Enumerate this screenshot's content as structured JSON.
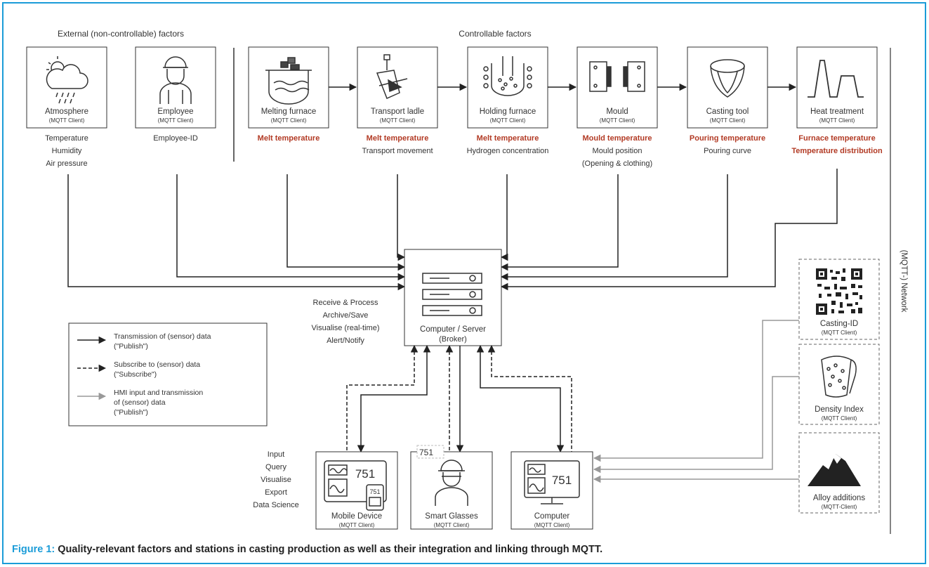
{
  "headers": {
    "external": "External (non-controllable) factors",
    "controllable": "Controllable factors"
  },
  "network_label": "(MQTT-) Network",
  "stations": [
    {
      "id": "atmosphere",
      "name": "Atmosphere",
      "client": "(MQTT Client)",
      "icon": "cloud-rain-sun-icon",
      "params": [
        {
          "text": "Temperature",
          "red": false
        },
        {
          "text": "Humidity",
          "red": false
        },
        {
          "text": "Air pressure",
          "red": false
        }
      ]
    },
    {
      "id": "employee",
      "name": "Employee",
      "client": "(MQTT Client)",
      "icon": "worker-icon",
      "params": [
        {
          "text": "Employee-ID",
          "red": false
        }
      ]
    },
    {
      "id": "melting-furnace",
      "name": "Melting furnace",
      "client": "(MQTT Client)",
      "icon": "melting-furnace-icon",
      "params": [
        {
          "text": "Melt temperature",
          "red": true
        }
      ]
    },
    {
      "id": "transport-ladle",
      "name": "Transport ladle",
      "client": "(MQTT Client)",
      "icon": "ladle-icon",
      "params": [
        {
          "text": "Melt temperature",
          "red": true
        },
        {
          "text": "Transport movement",
          "red": false
        }
      ]
    },
    {
      "id": "holding-furnace",
      "name": "Holding furnace",
      "client": "(MQTT Client)",
      "icon": "holding-furnace-icon",
      "params": [
        {
          "text": "Melt temperature",
          "red": true
        },
        {
          "text": "Hydrogen concentration",
          "red": false
        }
      ]
    },
    {
      "id": "mould",
      "name": "Mould",
      "client": "(MQTT Client)",
      "icon": "mould-icon",
      "params": [
        {
          "text": "Mould temperature",
          "red": true
        },
        {
          "text": "Mould position",
          "red": false
        },
        {
          "text": "(Opening & clothing)",
          "red": false
        }
      ]
    },
    {
      "id": "casting-tool",
      "name": "Casting tool",
      "client": "(MQTT Client)",
      "icon": "casting-tool-icon",
      "params": [
        {
          "text": "Pouring temperature",
          "red": true
        },
        {
          "text": "Pouring curve",
          "red": false
        }
      ]
    },
    {
      "id": "heat-treatment",
      "name": "Heat treatment",
      "client": "(MQTT Client)",
      "icon": "heat-curve-icon",
      "params": [
        {
          "text": "Furnace temperature",
          "red": true
        },
        {
          "text": "Temperature distribution",
          "red": true
        }
      ]
    }
  ],
  "server": {
    "name": "Computer / Server",
    "sub": "(Broker)",
    "functions": [
      "Receive & Process",
      "Archive/Save",
      "Visualise (real-time)",
      "Alert/Notify"
    ]
  },
  "clients": [
    {
      "id": "mobile-device",
      "name": "Mobile Device",
      "client": "(MQTT Client)",
      "display_value": "751"
    },
    {
      "id": "smart-glasses",
      "name": "Smart Glasses",
      "client": "(MQTT Client)",
      "display_value": "751"
    },
    {
      "id": "computer",
      "name": "Computer",
      "client": "(MQTT Client)",
      "display_value": "751"
    }
  ],
  "client_functions": [
    "Input",
    "Query",
    "Visualise",
    "Export",
    "Data Science"
  ],
  "hmi_stations": [
    {
      "id": "casting-id",
      "name": "Casting-ID",
      "client": "(MQTT Client)"
    },
    {
      "id": "density-index",
      "name": "Density Index",
      "client": "(MQTT Client)"
    },
    {
      "id": "alloy-additions",
      "name": "Alloy additions",
      "client": "(MQTT-Client)"
    }
  ],
  "legend": [
    {
      "style": "solid",
      "lines": [
        "Transmission of (sensor) data",
        "(\"Publish\")"
      ]
    },
    {
      "style": "dashed",
      "lines": [
        "Subscribe to (sensor) data",
        "(\"Subscribe\")"
      ]
    },
    {
      "style": "grey",
      "lines": [
        "HMI input and transmission",
        "of (sensor) data",
        "(\"Publish\")"
      ]
    }
  ],
  "caption": {
    "lead": "Figure 1:",
    "text": " Quality-relevant factors and stations in casting production as well as their integration and linking through MQTT."
  },
  "colors": {
    "frame": "#1b9cd8",
    "red_param": "#b23a24",
    "line": "#222222",
    "grey_line": "#999999"
  }
}
